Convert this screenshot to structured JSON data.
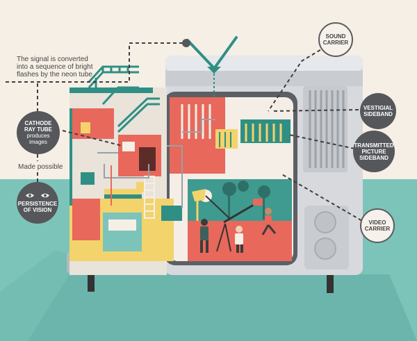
{
  "annotations": {
    "signal_line1": "The signal is converted",
    "signal_line2": "into a sequence of bright",
    "signal_line3": "flashes by the neon tube",
    "crt_line1": "CATHODE",
    "crt_line2": "RAY TUBE",
    "crt_line3": "produces",
    "crt_line4": "images",
    "made_possible": "Made possible",
    "persistence_line1": "PERSISTENCE",
    "persistence_line2": "OF VISION",
    "sound_line1": "SOUND",
    "sound_line2": "CARRIER",
    "vestigial_line1": "VESTIGIAL",
    "vestigial_line2": "SIDEBAND",
    "transmitted_line1": "TRANSMITTED",
    "transmitted_line2": "PICTURE",
    "transmitted_line3": "SIDEBAND",
    "video_line1": "VIDEO",
    "video_line2": "CARRIER"
  },
  "colors": {
    "background_top": "#f6efe6",
    "background_bottom": "#76c2b8",
    "tv_body": "#d6d8dc",
    "tv_screen_frame": "#5c5f66",
    "teal": "#2f8f84",
    "coral": "#e8685c",
    "yellow": "#f3d36b",
    "label_dark": "#55575b"
  },
  "icons": [
    "eye-icon",
    "eye-icon",
    "antenna-icon",
    "film-camera-icon",
    "running-man-icon"
  ]
}
